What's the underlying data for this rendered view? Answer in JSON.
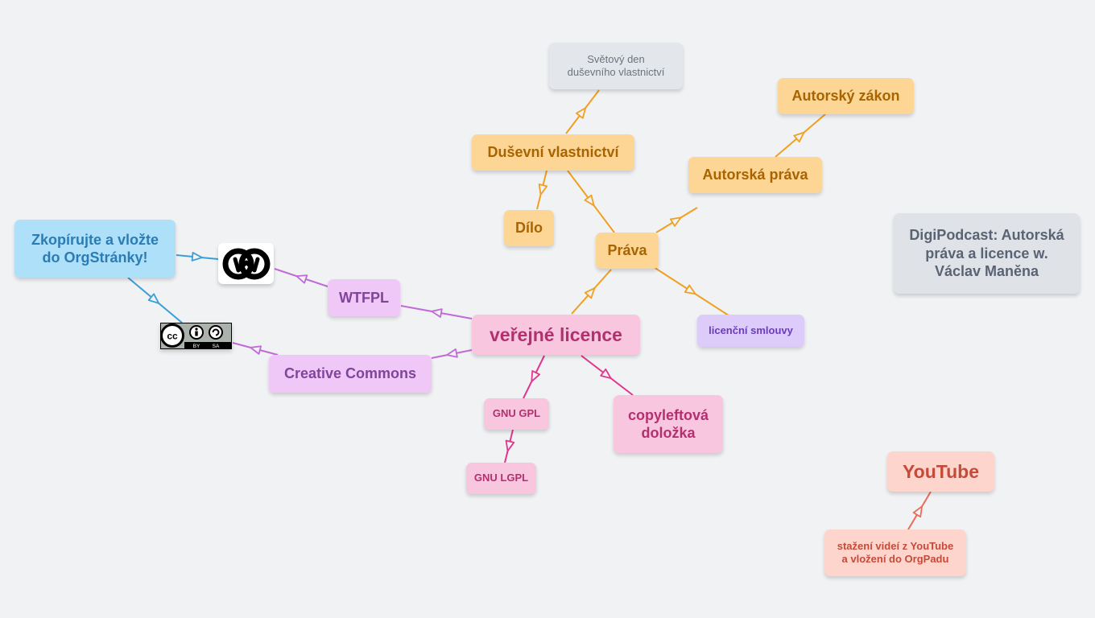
{
  "mindmap": {
    "nodes": {
      "world_day": "Světový den\nduševního vlastnictví",
      "dusevni": "Duševní vlastnictví",
      "dilo": "Dílo",
      "prava": "Práva",
      "zakon": "Autorský zákon",
      "aut_prava": "Autorská práva",
      "smlouvy": "licenční smlouvy",
      "verejne": "veřejné licence",
      "wtfpl": "WTFPL",
      "cc": "Creative Commons",
      "gpl": "GNU GPL",
      "lgpl": "GNU LGPL",
      "copyleft": "copyleftová\ndoložka",
      "zkopir": "Zkopírujte a vložte\ndo OrgStránky!",
      "digipod": "DigiPodcast: Autorská\npráva a licence w.\nVáclav Maněna",
      "youtube": "YouTube",
      "stazeni": "stažení videí z YouTube\na vložení do OrgPadu"
    },
    "cc_badge": {
      "by": "BY",
      "sa": "SA"
    },
    "colors": {
      "orange_link": "#f0a020",
      "pink_link": "#e2368c",
      "violet_link": "#c06ad8",
      "blue_link": "#3a9fd6",
      "salmon_link": "#ec6a57"
    }
  }
}
